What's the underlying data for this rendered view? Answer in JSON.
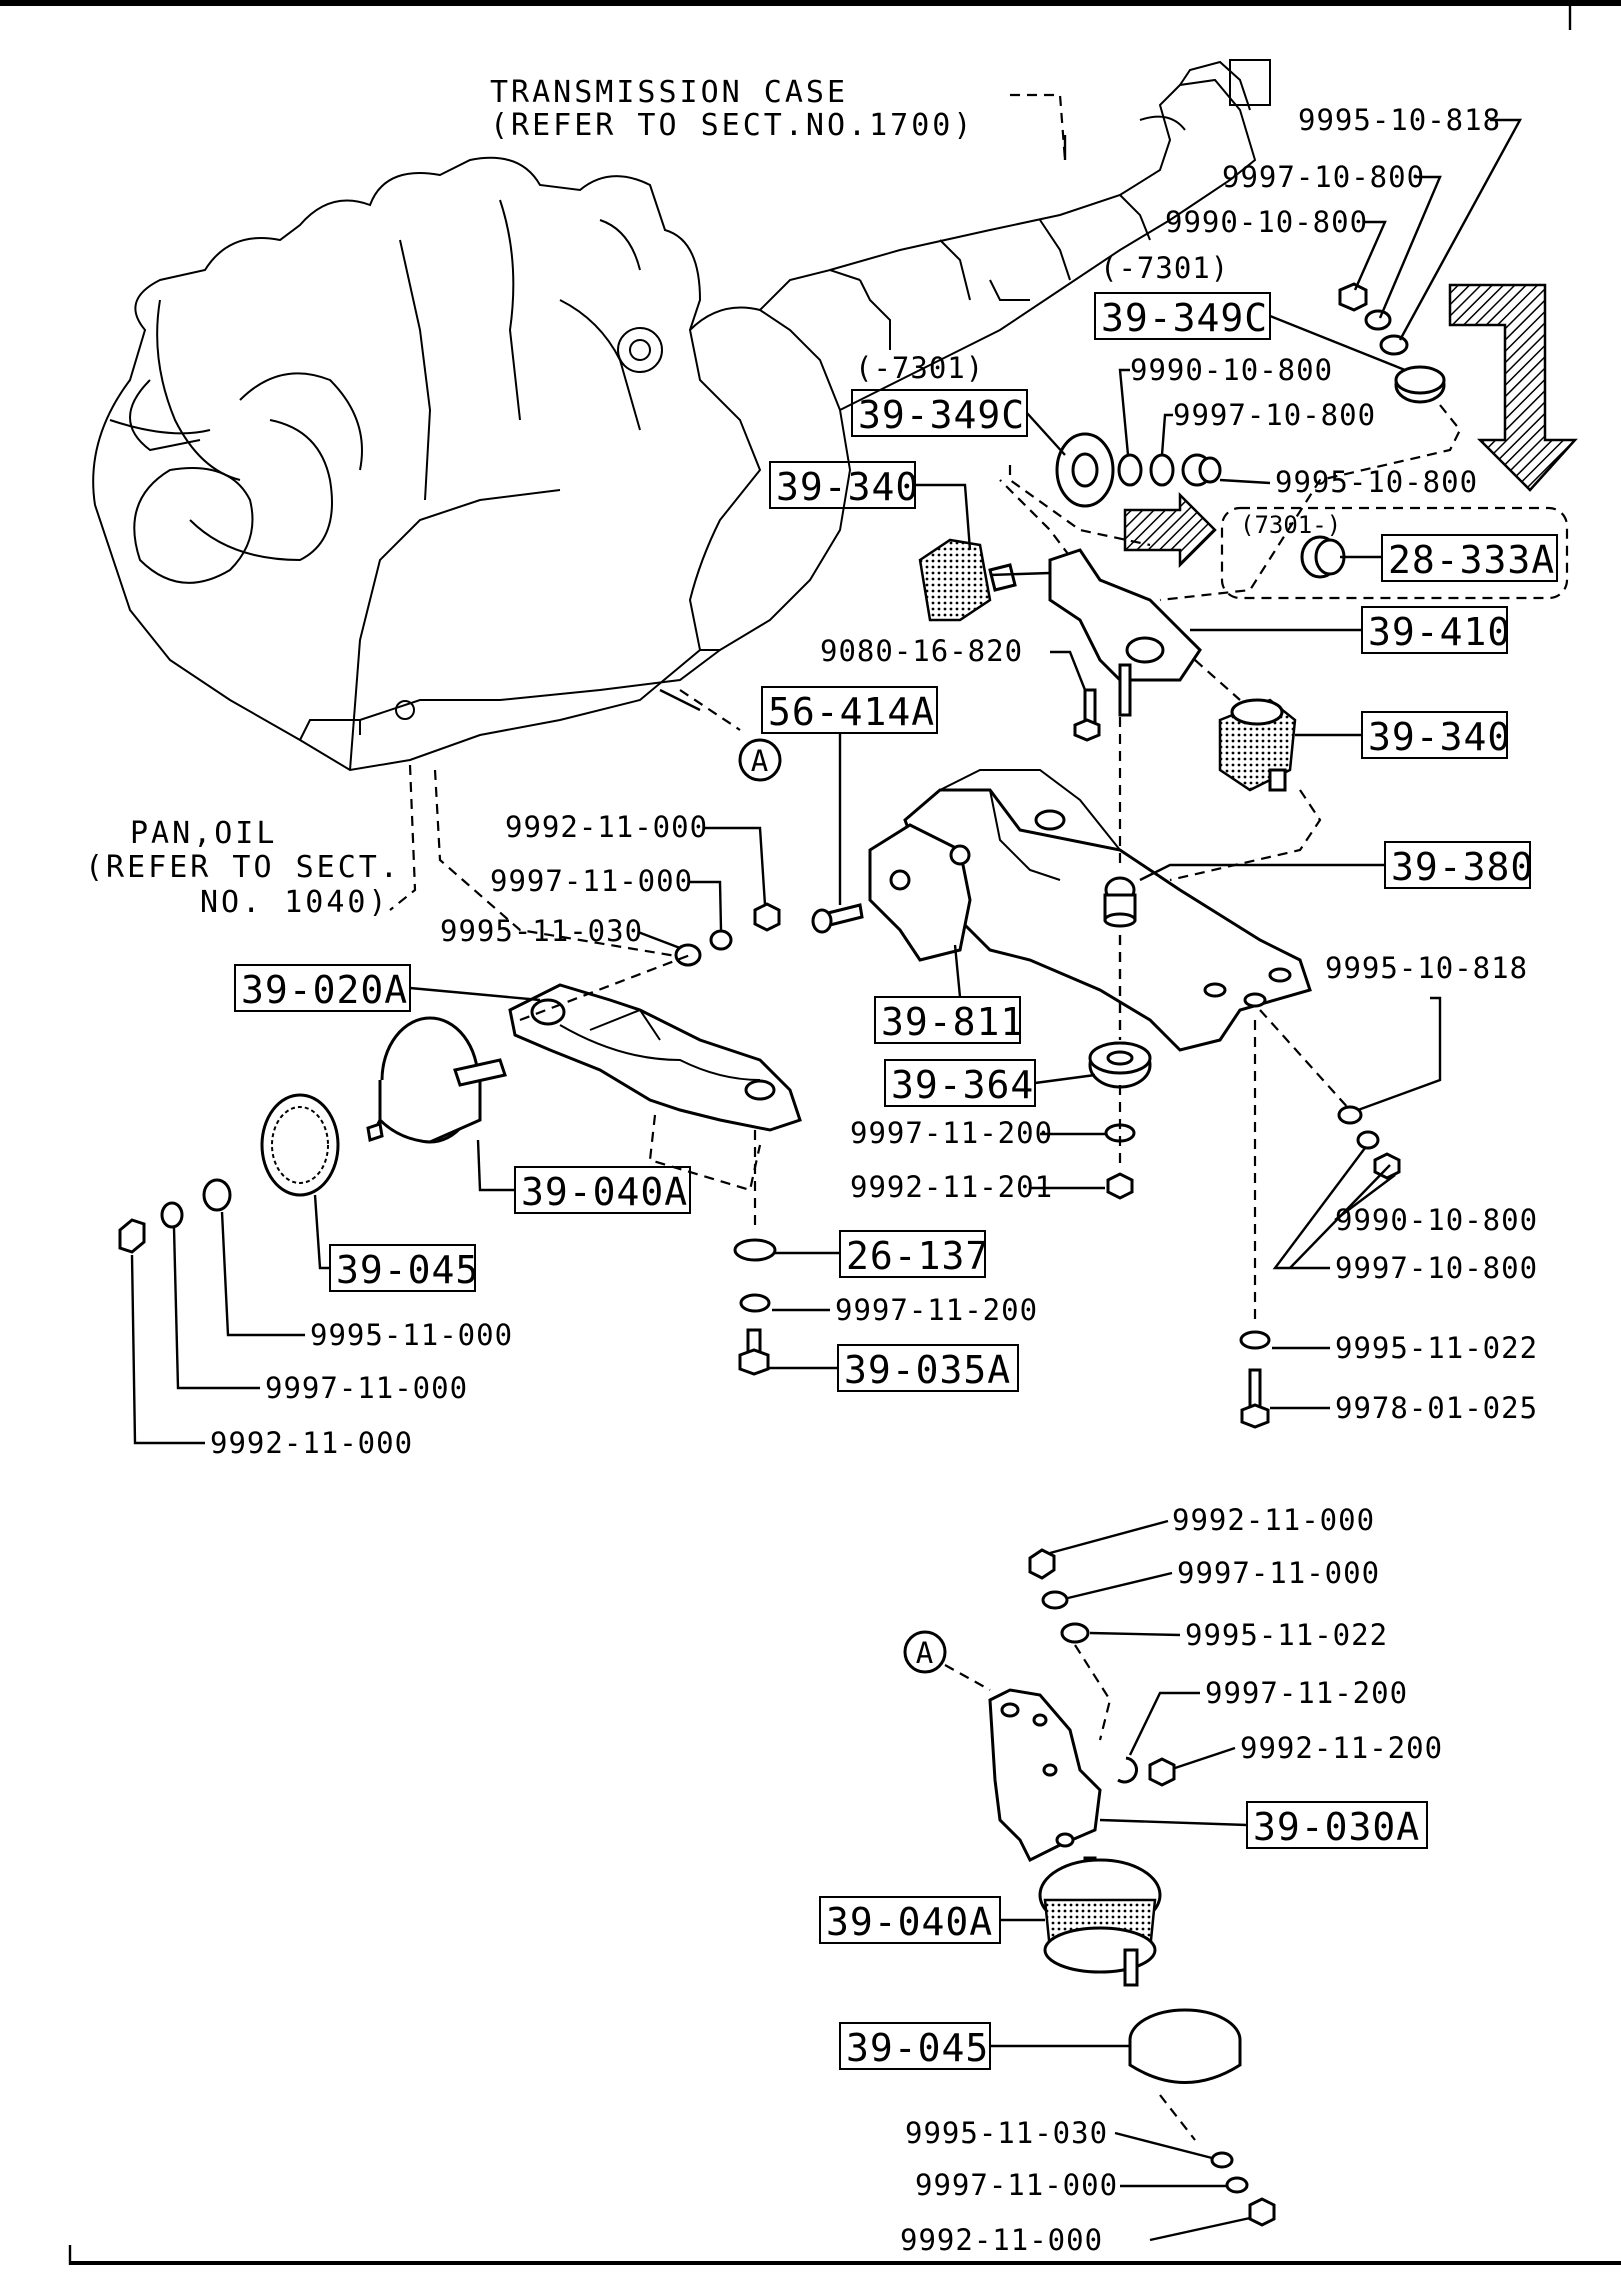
{
  "notes": {
    "trans_line1": "TRANSMISSION CASE",
    "trans_line2": "(REFER TO SECT.NO.1700)",
    "pan_line1": "PAN,OIL",
    "pan_line2": "(REFER TO SECT.",
    "pan_line3": "NO. 1040)",
    "dash7301_a": "(-7301)",
    "dash7301_b": "(-7301)",
    "from7301": "(7301-)"
  },
  "callouts": {
    "c_a1": "A",
    "c_a2": "A"
  },
  "boxed_parts": {
    "b1": "39-349C",
    "b2": "39-349C",
    "b3": "39-340",
    "b4": "28-333A",
    "b5": "39-410",
    "b6": "56-414A",
    "b7": "39-340",
    "b8": "39-380",
    "b9": "39-020A",
    "b10": "39-811",
    "b11": "39-364",
    "b12": "39-040A",
    "b13": "26-137",
    "b14": "39-045",
    "b15": "39-035A",
    "b16": "39-030A",
    "b17": "39-040A",
    "b18": "39-045"
  },
  "part_numbers": {
    "p1": "9995-10-818",
    "p2": "9997-10-800",
    "p3": "9990-10-800",
    "p4": "9990-10-800",
    "p5": "9997-10-800",
    "p6": "9995-10-800",
    "p7": "9080-16-820",
    "p8": "9992-11-000",
    "p9": "9997-11-000",
    "p10": "9995-11-030",
    "p11": "9995-10-818",
    "p12": "9997-11-200",
    "p13": "9992-11-201",
    "p14": "9990-10-800",
    "p15": "9997-10-800",
    "p16": "9997-11-200",
    "p17": "9995-11-022",
    "p18": "9978-01-025",
    "p19": "9995-11-000",
    "p20": "9997-11-000",
    "p21": "9992-11-000",
    "p22": "9992-11-000",
    "p23": "9997-11-000",
    "p24": "9995-11-022",
    "p25": "9997-11-200",
    "p26": "9992-11-200",
    "p27": "9995-11-030",
    "p28": "9997-11-000",
    "p29": "9992-11-000"
  }
}
